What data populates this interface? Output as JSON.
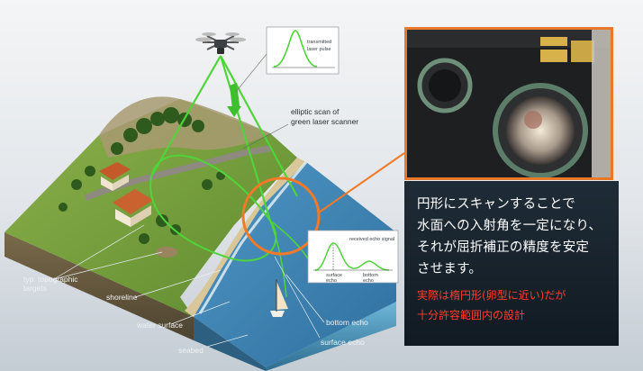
{
  "diagram": {
    "labels": {
      "pulse_box": [
        "transmitted",
        "laser pulse"
      ],
      "scanner": [
        "elliptic scan of",
        "green laser scanner"
      ],
      "targets": [
        "typ. topographic",
        "targets"
      ],
      "shoreline": "shoreline",
      "water_surface": "water surface",
      "seabed": "seabed",
      "bottom_echo": "bottom echo",
      "surface_echo": "surface echo",
      "signal_box": {
        "title": "received echo signal",
        "surface": [
          "surface",
          "echo"
        ],
        "bottom": [
          "bottom",
          "echo"
        ]
      }
    },
    "colors": {
      "laser": "#4fd43a",
      "highlight": "#f07a28",
      "water": "#3f86b8",
      "land": "#6f9a3a"
    }
  },
  "caption": {
    "main_lines": [
      "円形にスキャンすることで",
      "水面への入射角を一定になり、",
      "それが屈折補正の精度を安定",
      "させます。"
    ],
    "note_lines": [
      "実際は楕円形(卵型に近い)だが",
      "十分許容範囲内の設計"
    ]
  },
  "photo": {
    "warning_labels": 2,
    "description_icon": "scanner-housing-photo"
  }
}
